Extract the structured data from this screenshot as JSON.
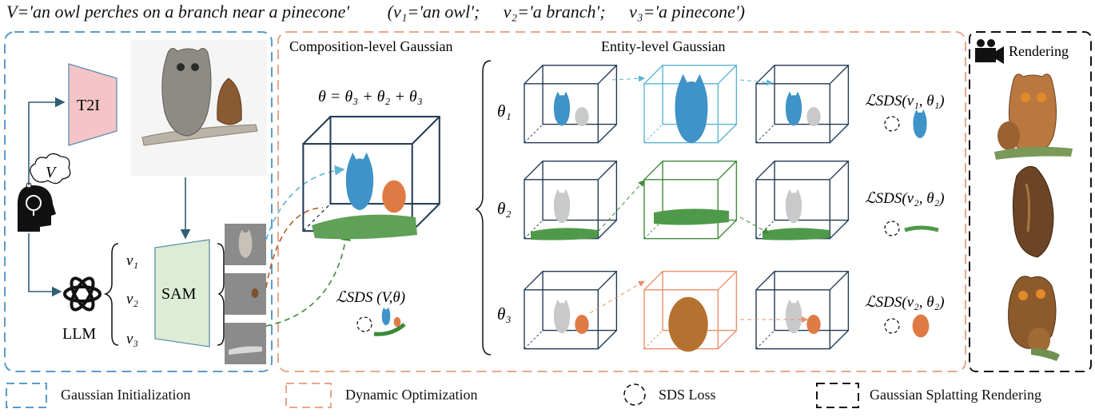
{
  "title": {
    "main": "V='an  owl perches on a branch near a pinecone'",
    "parts": [
      "(v₁='an owl';",
      "v₂='a branch';",
      "v₃='a pinecone')"
    ]
  },
  "init": {
    "t2i_label": "T2I",
    "v_symbol": "V",
    "llm_label": "LLM",
    "sam_label": "SAM",
    "v_items": [
      "v₁",
      "v₂",
      "v₃"
    ]
  },
  "composition": {
    "heading": "Composition-level Gaussian",
    "theta_eq": "θ = θ₃ + θ₂ + θ₃",
    "loss": "ℒSDS (V,θ)"
  },
  "entity": {
    "heading": "Entity-level Gaussian",
    "rows": [
      {
        "theta": "θ₁",
        "loss": "ℒSDS(v₁, θ₁)"
      },
      {
        "theta": "θ₂",
        "loss": "ℒSDS(v₂, θ₂)"
      },
      {
        "theta": "θ₃",
        "loss": "ℒSDS(v₂, θ₂)"
      }
    ]
  },
  "rendering": {
    "heading": "Rendering"
  },
  "legend": {
    "items": [
      "Gaussian Initialization",
      "Dynamic Optimization",
      "SDS Loss",
      "Gaussian Splatting Rendering"
    ]
  },
  "colors": {
    "blue_dash": "#5b9bc9",
    "orange_dash": "#e8a88a",
    "owl_blue": "#3f93c8",
    "branch_green": "#4f9a4a",
    "pine_orange": "#e07a45",
    "t2i_fill": "#f4c4c8",
    "sam_fill": "#dcecd5",
    "arrow_teal": "#2f5f73"
  }
}
